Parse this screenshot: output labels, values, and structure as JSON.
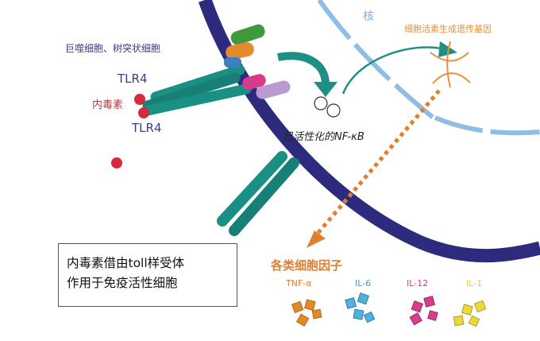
{
  "labels": {
    "macrophage": "巨噬细胞、树突状细胞",
    "tlr4_top": "TLR4",
    "tlr4_bottom": "TLR4",
    "endotoxin": "内毒素",
    "nucleus": "核",
    "gene_activation": "细胞活素生成遗传基因",
    "nfkb": "已活性化的NF-κB",
    "cytokines_title": "各类细胞因子"
  },
  "cytokines": [
    {
      "name": "TNF-α",
      "color": "#e07f2e"
    },
    {
      "name": "IL-6",
      "color": "#3aa0cc"
    },
    {
      "name": "IL-12",
      "color": "#d83e8c"
    },
    {
      "name": "IL-1",
      "color": "#e6c93a"
    }
  ],
  "caption": {
    "line1": "内毒素借由toll样受体",
    "line2": "作用于免疫活性细胞"
  },
  "colors": {
    "membrane": "#2e2a7e",
    "nuclear_membrane": "#8fbde4",
    "receptor": "#1a8f84",
    "endotoxin": "#d42a3a",
    "arrow_nfkb": "#1f8f86",
    "signal_arrow": "#e07f2e"
  }
}
